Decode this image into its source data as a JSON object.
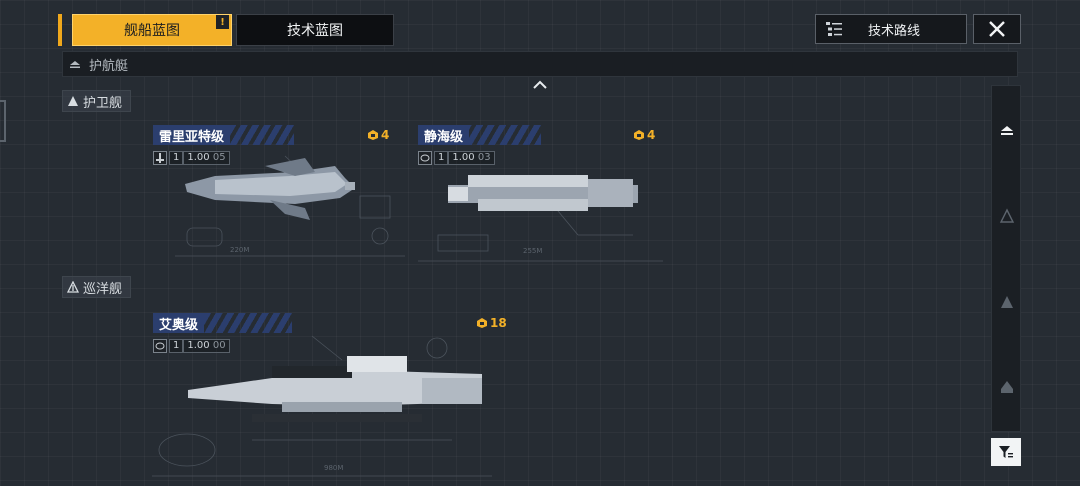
{
  "tabs": [
    {
      "label": "舰船蓝图",
      "badge": "!"
    },
    {
      "label": "技术蓝图"
    }
  ],
  "header": {
    "route_label": "技术路线"
  },
  "category": {
    "label": "护航艇"
  },
  "classes": [
    {
      "label": "护卫舰"
    },
    {
      "label": "巡洋舰"
    }
  ],
  "ships": [
    {
      "name": "雷里亚特级",
      "count": "1",
      "stat": "1.00",
      "sub": "05",
      "cost": "4",
      "length": "220M"
    },
    {
      "name": "静海级",
      "count": "1",
      "stat": "1.00",
      "sub": "03",
      "cost": "4",
      "length": "255M"
    },
    {
      "name": "艾奥级",
      "count": "1",
      "stat": "1.00",
      "sub": "00",
      "cost": "18",
      "length": "980M"
    }
  ],
  "colors": {
    "accent": "#f3b128",
    "ship_name_bg": "#2b3e6e",
    "background": "#262c33"
  },
  "icons": {
    "close": "close-icon",
    "route": "route-list-icon",
    "filter": "filter-icon",
    "collapse": "chevron-up-icon"
  }
}
